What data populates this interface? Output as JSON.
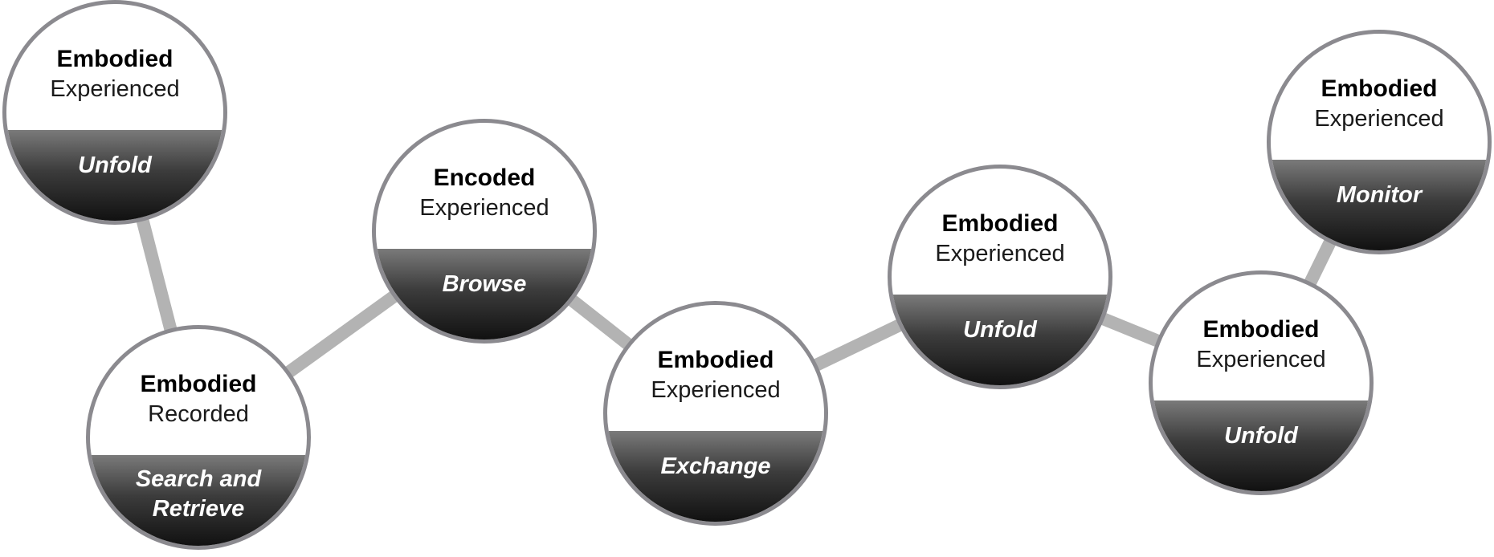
{
  "nodes": [
    {
      "id": "n1",
      "kind": "Embodied",
      "state": "Experienced",
      "action": "Unfold"
    },
    {
      "id": "n2",
      "kind": "Embodied",
      "state": "Recorded",
      "action": "Search and Retrieve"
    },
    {
      "id": "n3",
      "kind": "Encoded",
      "state": "Experienced",
      "action": "Browse"
    },
    {
      "id": "n4",
      "kind": "Embodied",
      "state": "Experienced",
      "action": "Exchange"
    },
    {
      "id": "n5",
      "kind": "Embodied",
      "state": "Experienced",
      "action": "Unfold"
    },
    {
      "id": "n6",
      "kind": "Embodied",
      "state": "Experienced",
      "action": "Unfold"
    },
    {
      "id": "n7",
      "kind": "Embodied",
      "state": "Experienced",
      "action": "Monitor"
    }
  ],
  "links": [
    [
      "n1",
      "n2"
    ],
    [
      "n2",
      "n3"
    ],
    [
      "n3",
      "n4"
    ],
    [
      "n4",
      "n5"
    ],
    [
      "n5",
      "n6"
    ],
    [
      "n6",
      "n7"
    ]
  ],
  "colors": {
    "ring": "#8b8a8f",
    "link": "#b3b3b3",
    "band_dark": "#111111",
    "band_light": "#7a7a7a"
  }
}
